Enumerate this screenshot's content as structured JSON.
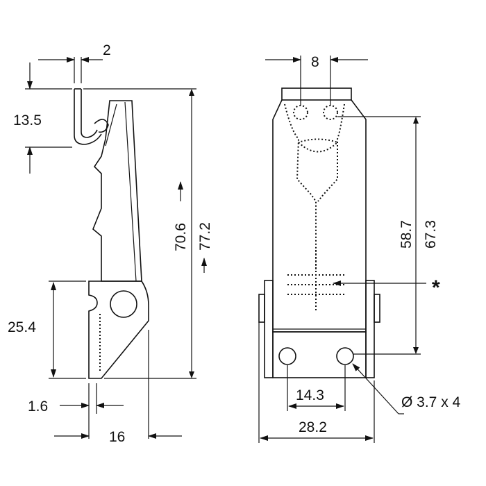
{
  "dimensions": {
    "hook_width": "2",
    "hook_height": "13.5",
    "base_height": "25.4",
    "base_thickness": "1.6",
    "base_depth": "16",
    "closed_length": "70.6",
    "open_length": "77.2",
    "top_width": "8",
    "hole_pitch_short": "58.7",
    "hole_pitch_long": "67.3",
    "hole_spacing": "14.3",
    "base_width": "28.2",
    "hole_spec": "Ø 3.7 x 4",
    "asterisk": "*"
  },
  "colors": {
    "line": "#111111",
    "background": "#ffffff"
  }
}
